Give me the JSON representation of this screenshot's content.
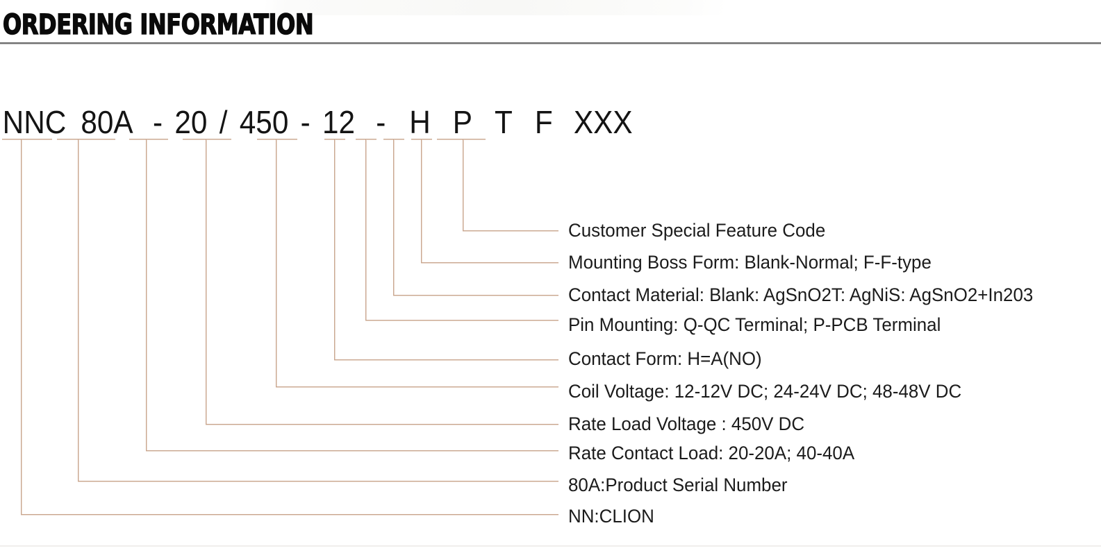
{
  "header": {
    "title": "ORDERING INFORMATION"
  },
  "part_number": {
    "full": "NNC 80A - 20 / 450 - 12 - H P T F XXX",
    "segments": [
      {
        "key": "nn",
        "text": "NNC"
      },
      {
        "key": "serial",
        "text": "80A"
      },
      {
        "key": "dash1",
        "text": "-"
      },
      {
        "key": "load",
        "text": "20"
      },
      {
        "key": "slash",
        "text": "/"
      },
      {
        "key": "voltage",
        "text": "450"
      },
      {
        "key": "dash2",
        "text": "-"
      },
      {
        "key": "coil",
        "text": "12"
      },
      {
        "key": "dash3",
        "text": "-"
      },
      {
        "key": "form",
        "text": "H"
      },
      {
        "key": "pin",
        "text": "P"
      },
      {
        "key": "material",
        "text": "T"
      },
      {
        "key": "boss",
        "text": "F"
      },
      {
        "key": "special",
        "text": "XXX"
      }
    ]
  },
  "callouts": [
    {
      "key": "special",
      "label": "Customer Special Feature Code"
    },
    {
      "key": "boss",
      "label": "Mounting Boss Form: Blank-Normal; F-F-type"
    },
    {
      "key": "material",
      "label": "Contact Material: Blank: AgSnO2T: AgNiS: AgSnO2+In203"
    },
    {
      "key": "pin",
      "label": " Pin Mounting: Q-QC Terminal; P-PCB Terminal"
    },
    {
      "key": "form",
      "label": "Contact Form: H=A(NO)"
    },
    {
      "key": "coil",
      "label": "Coil Voltage: 12-12V DC; 24-24V DC; 48-48V DC"
    },
    {
      "key": "voltage",
      "label": "Rate Load Voltage : 450V DC"
    },
    {
      "key": "load",
      "label": " Rate Contact Load: 20-20A; 40-40A"
    },
    {
      "key": "serial",
      "label": "80A:Product Serial Number"
    },
    {
      "key": "nn",
      "label": "NN:CLION"
    }
  ],
  "colors": {
    "leader_line": "#c9a68f",
    "title_text": "#0a0a0a",
    "rule": "#6e6e6e",
    "body_text": "#1b1b1b",
    "background": "#ffffff"
  }
}
